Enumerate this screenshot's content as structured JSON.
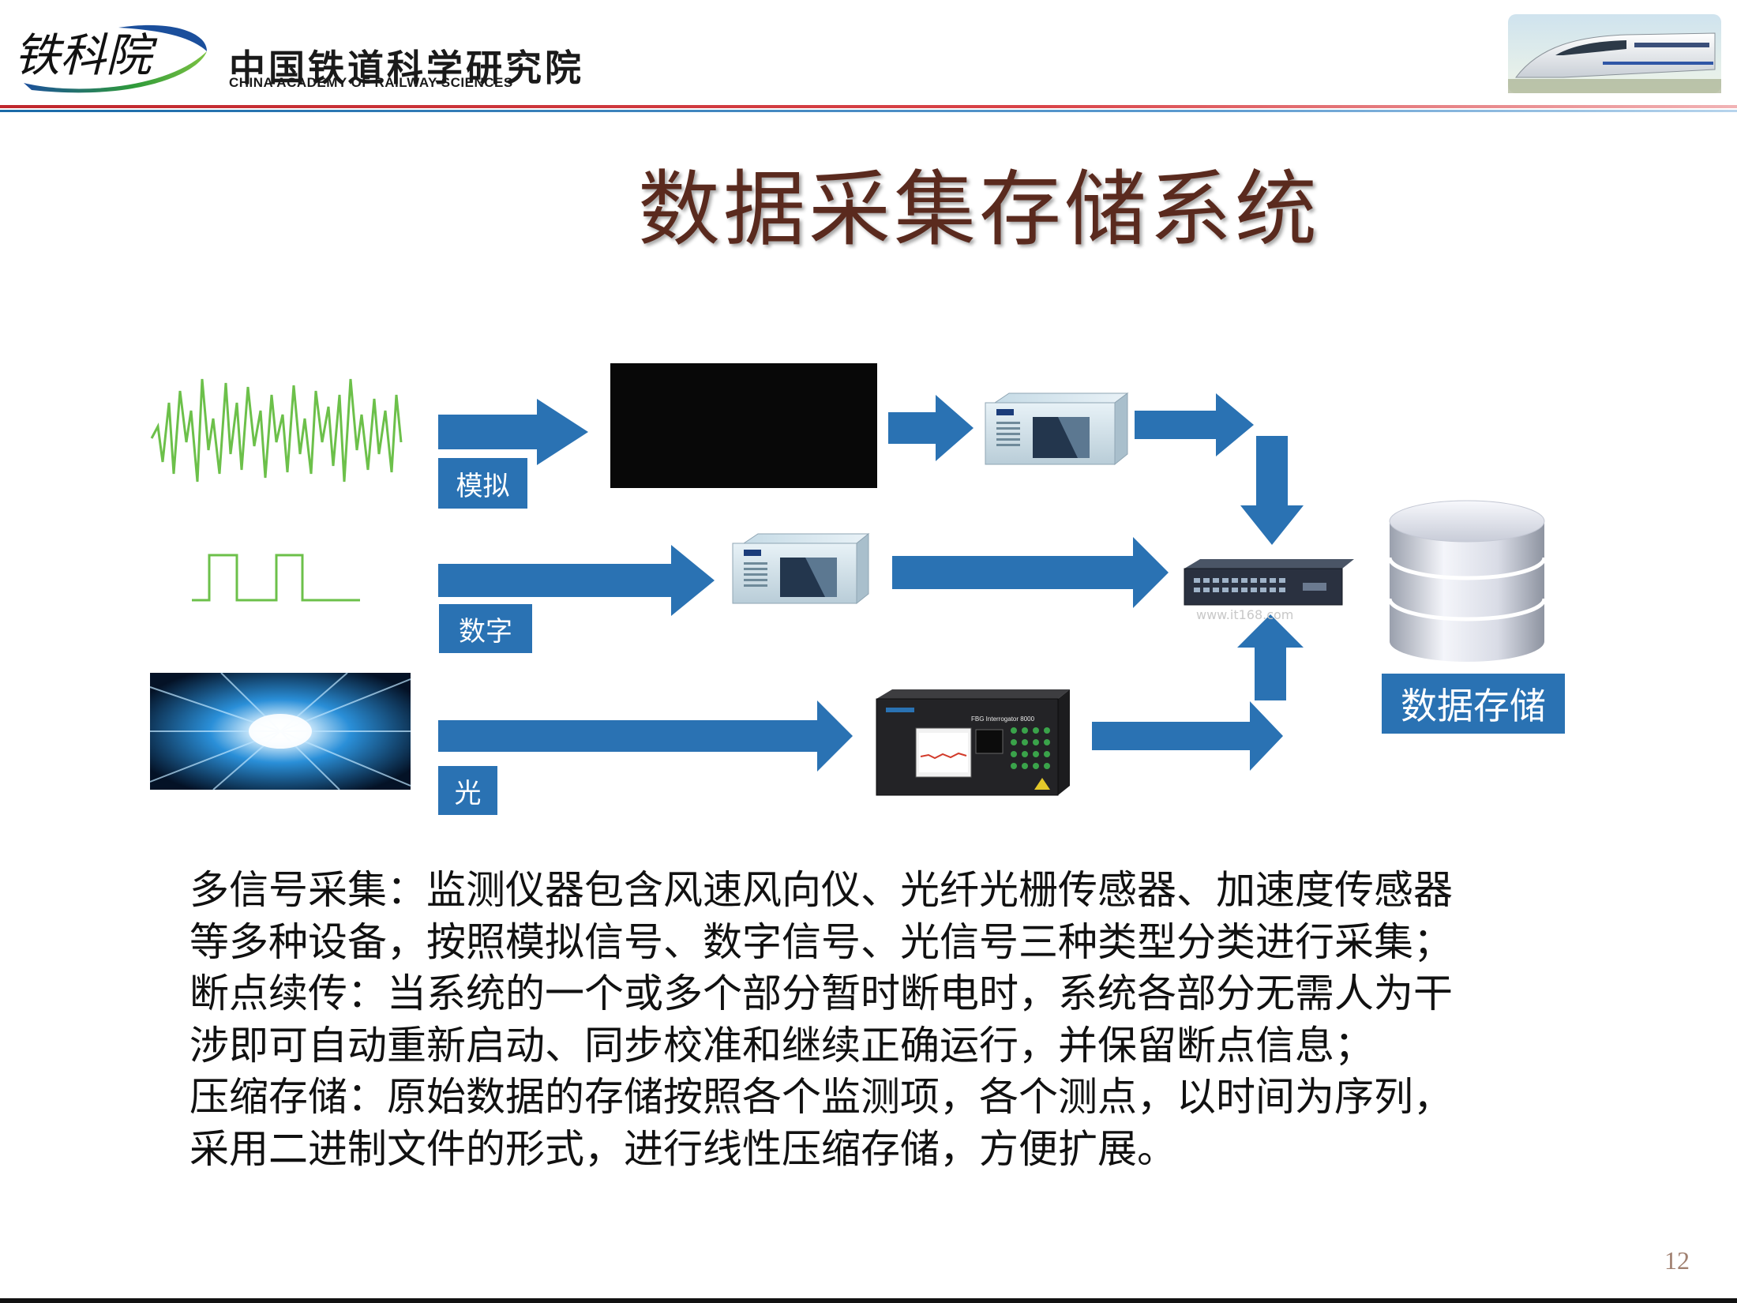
{
  "header": {
    "logo_calligraphy": "铁科院",
    "org_name_cn": "中国铁道科学研究院",
    "org_name_en": "CHINA ACADEMY OF RAILWAY SCIENCES"
  },
  "slide": {
    "title": "数据采集存储系统",
    "page_number": "12"
  },
  "diagram": {
    "labels": {
      "analog": "模拟",
      "digital": "数字",
      "optical": "光",
      "storage": "数据存储"
    },
    "device_texts": {
      "fbg_interrogator": "FBG Interrogator 8000",
      "watermark": "www.it168.com"
    },
    "icons": [
      "analog-waveform-icon",
      "digital-square-wave-icon",
      "light-burst-icon",
      "industrial-pc-icon",
      "network-switch-icon",
      "fbg-interrogator-icon",
      "database-cylinder-icon"
    ],
    "colors": {
      "arrow": "#2a72b3",
      "label_bg": "#2a72b3",
      "waveform": "#6cc04a"
    }
  },
  "body": {
    "lines": [
      "多信号采集：监测仪器包含风速风向仪、光纤光栅传感器、加速度传感器",
      "等多种设备，按照模拟信号、数字信号、光信号三种类型分类进行采集；",
      "断点续传：当系统的一个或多个部分暂时断电时，系统各部分无需人为干",
      "涉即可自动重新启动、同步校准和继续正确运行，并保留断点信息；",
      "压缩存储：原始数据的存储按照各个监测项，各个测点，以时间为序列，",
      "采用二进制文件的形式，进行线性压缩存储，方便扩展。"
    ]
  }
}
